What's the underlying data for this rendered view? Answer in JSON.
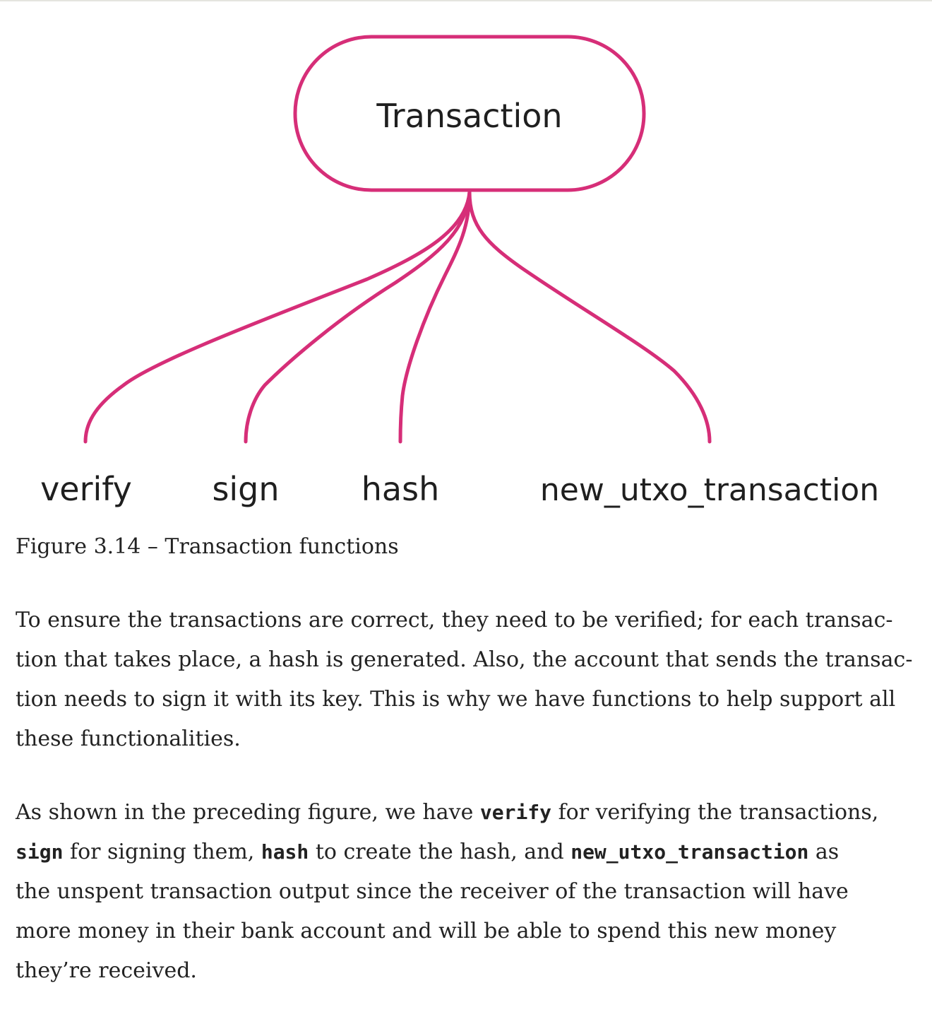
{
  "diagram": {
    "root": "Transaction",
    "children": [
      "verify",
      "sign",
      "hash",
      "new_utxo_transaction"
    ],
    "accent_color": "#d62e78"
  },
  "caption": "Figure 3.14 – Transaction functions",
  "paragraph1": {
    "lines": [
      "To ensure the transactions are correct, they need to be verified; for each transac-",
      "tion that takes place, a hash is generated. Also, the account that sends the transac-",
      "tion needs to sign it with its key. This is why we have functions to help support all",
      "these functionalities."
    ]
  },
  "paragraph2": {
    "line1_a": "As shown in the preceding figure, we have ",
    "line1_code": "verify",
    "line1_b": " for verifying the transactions,",
    "line2_code1": "sign",
    "line2_a": " for signing them, ",
    "line2_code2": "hash",
    "line2_b": " to create the hash, and ",
    "line2_code3": "new_utxo_transaction",
    "line2_c": " as",
    "line3": "the unspent transaction output since the receiver of the transaction will have",
    "line4": "more money in their bank account and will be able to spend this new money",
    "line5": "they’re received."
  }
}
